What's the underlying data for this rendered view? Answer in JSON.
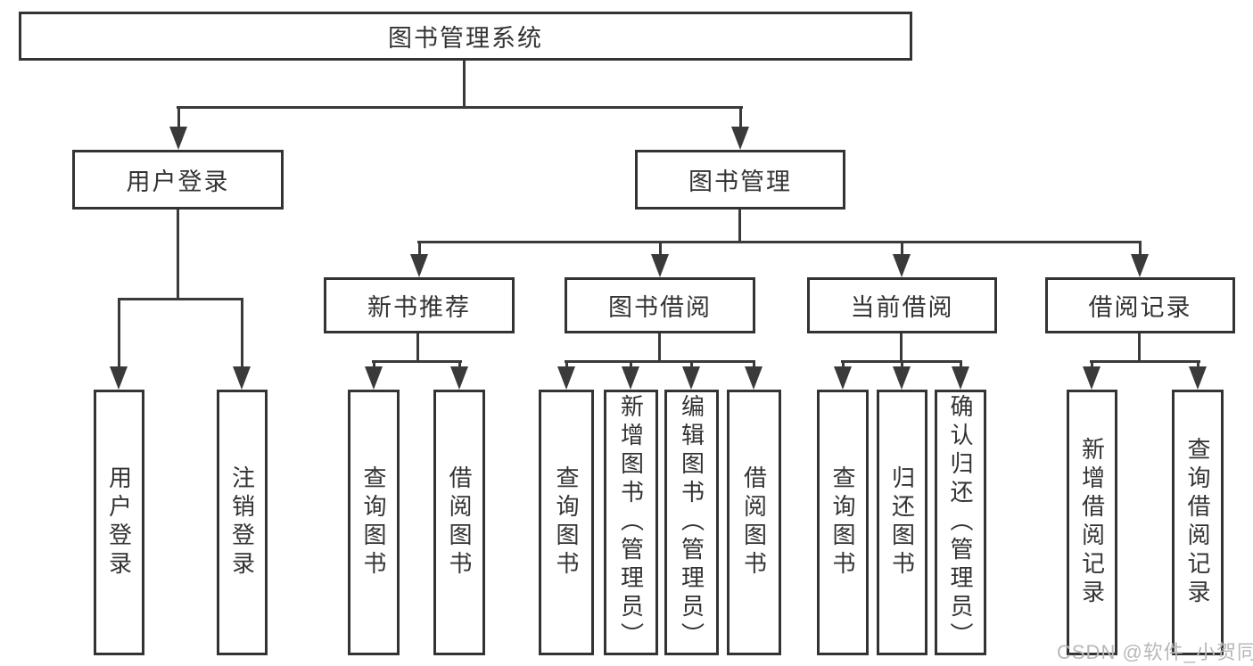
{
  "diagram": {
    "title": "图书管理系统",
    "level2": {
      "user_login": "用户登录",
      "book_management": "图书管理"
    },
    "level3": {
      "new_book_recommend": "新书推荐",
      "book_borrowing": "图书借阅",
      "current_borrowing": "当前借阅",
      "borrowing_records": "借阅记录"
    },
    "leaves": {
      "user_login_leaf": "用户登录",
      "logout": "注销登录",
      "nb_query_books": "查询图书",
      "nb_borrow_books": "借阅图书",
      "bb_query_books": "查询图书",
      "bb_add_books": "新增图书（管理员）",
      "bb_edit_books": "编辑图书（管理员）",
      "bb_borrow_books": "借阅图书",
      "cb_query_books": "查询图书",
      "cb_return_books": "归还图书",
      "cb_confirm_return": "确认归还（管理员）",
      "br_add_record": "新增借阅记录",
      "br_query_record": "查询借阅记录"
    },
    "watermark": "CSDN @软件_小贺同学"
  },
  "colors": {
    "border": "#333333",
    "text": "#333333",
    "line": "#3a3a3a",
    "watermark": "#b8b8b8",
    "background": "#ffffff"
  }
}
